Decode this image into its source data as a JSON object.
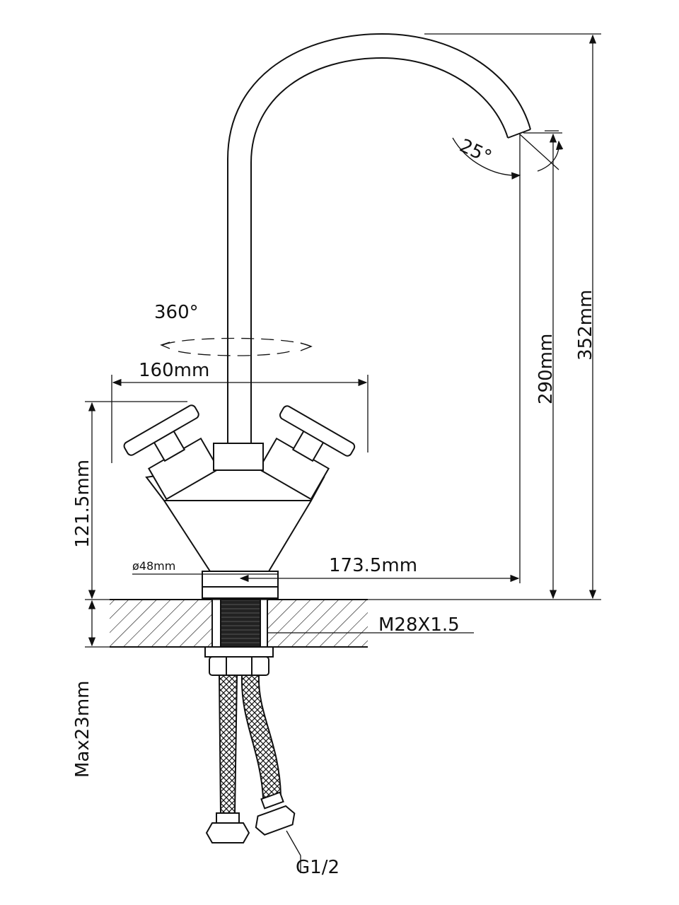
{
  "title": "Faucet technical drawing",
  "labels": {
    "spout_angle": "25°",
    "rotation": "360°",
    "handle_span": "160mm",
    "body_height": "121.5mm",
    "base_diameter": "ø48mm",
    "spout_reach": "173.5mm",
    "spout_height": "290mm",
    "total_height": "352mm",
    "thread": "M28X1.5",
    "max_counter": "Max23mm",
    "connection": "G1/2"
  },
  "colors": {
    "line": "#111111",
    "background": "#ffffff"
  }
}
